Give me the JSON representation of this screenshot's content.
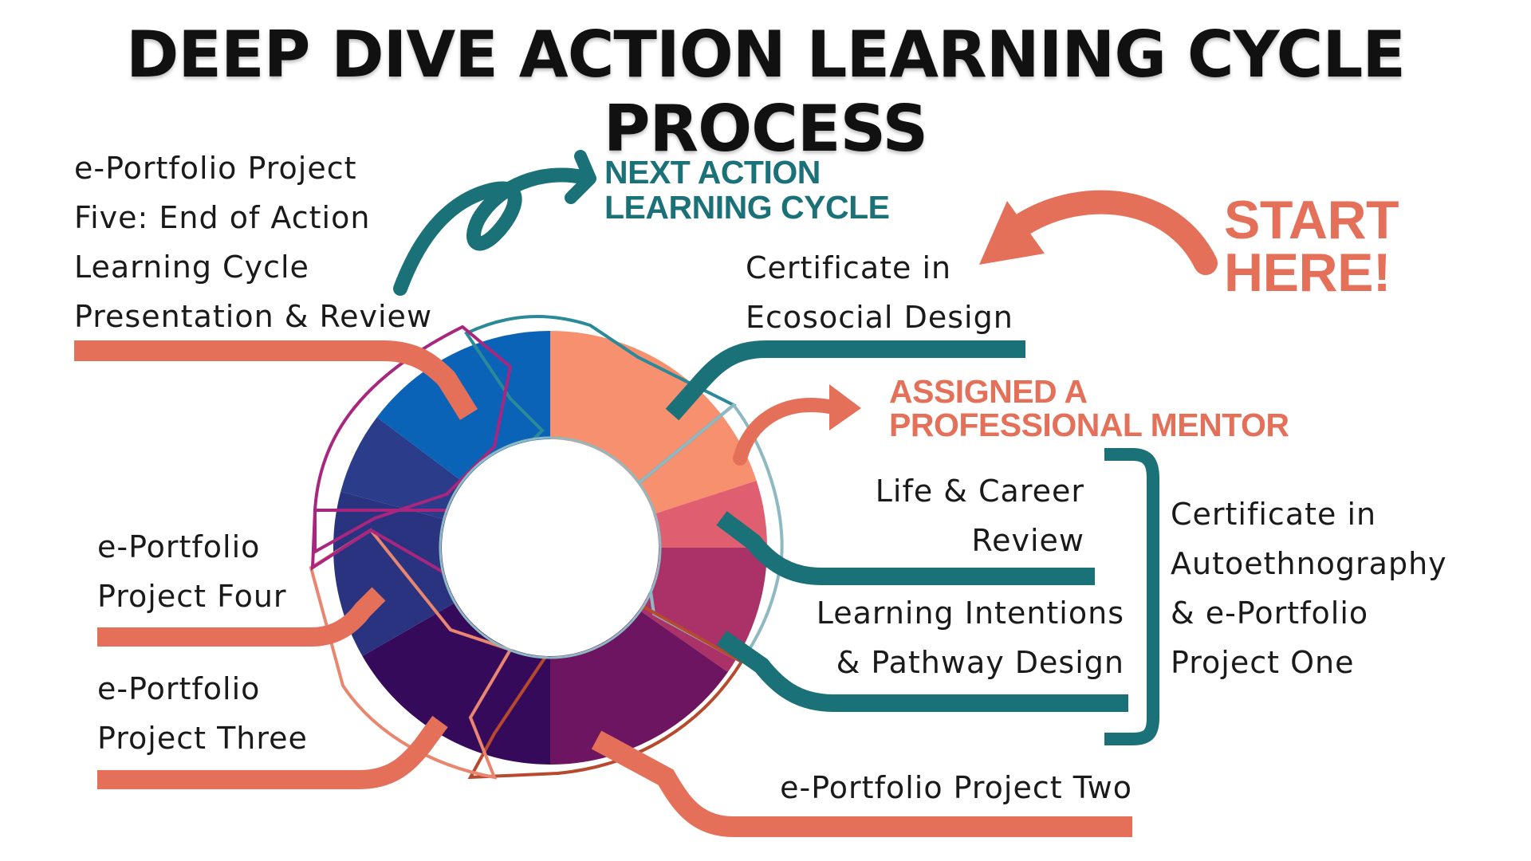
{
  "title": "DEEP DIVE ACTION LEARNING CYCLE PROCESS",
  "colors": {
    "orange": "#e5705a",
    "teal": "#1b7178",
    "title": "#111111",
    "segments": [
      "#f7906f",
      "#df5f70",
      "#aa3268",
      "#6e1561",
      "#350a5b",
      "#29337f",
      "#2b3c8a",
      "#0b63b8"
    ]
  },
  "callouts": {
    "start_here": [
      "START",
      "HERE!"
    ],
    "next_cycle": [
      "NEXT ACTION",
      "LEARNING CYCLE"
    ],
    "mentor": [
      "ASSIGNED A",
      "PROFESSIONAL MENTOR"
    ]
  },
  "labels": {
    "ecosocial": [
      "Certificate in",
      "Ecosocial Design"
    ],
    "life_career": [
      "Life & Career",
      "Review"
    ],
    "intentions": [
      "Learning Intentions",
      "& Pathway Design"
    ],
    "autoethnography": [
      "Certificate in",
      "Autoethnography",
      "& e-Portfolio",
      "Project One"
    ],
    "project_two": [
      "e-Portfolio Project Two"
    ],
    "project_three": [
      "e-Portfolio",
      "Project Three"
    ],
    "project_four": [
      "e-Portfolio",
      "Project Four"
    ],
    "project_five": [
      "e-Portfolio Project",
      "Five: End of Action",
      "Learning Cycle",
      "Presentation & Review"
    ]
  },
  "icons": {
    "start_arrow": "curved-arrow-left-icon",
    "next_arrow": "loop-arrow-icon",
    "mentor_arrow": "curved-arrow-right-icon"
  }
}
